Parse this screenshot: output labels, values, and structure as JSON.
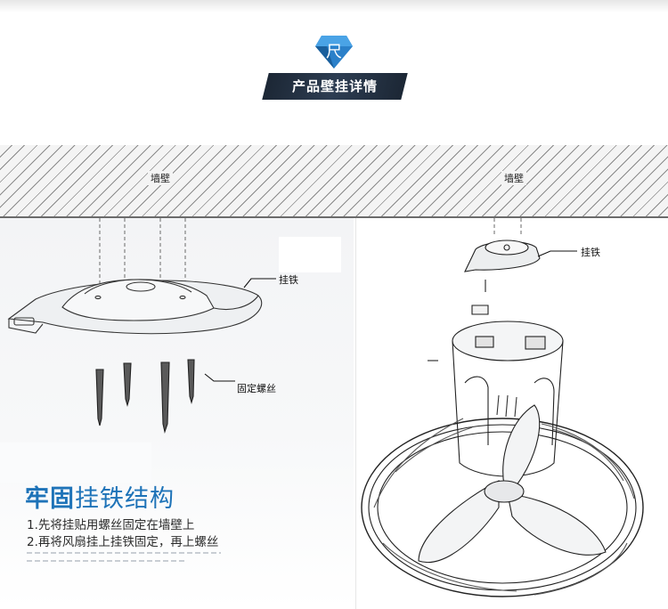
{
  "header": {
    "logo_glyph": "尺",
    "banner_text": "产品壁挂详情"
  },
  "wall": {
    "label_left": "墙壁",
    "label_right": "墙壁"
  },
  "left_diagram": {
    "bracket_label": "挂铁",
    "screws_label": "固定螺丝"
  },
  "right_diagram": {
    "bracket_label": "挂铁"
  },
  "info": {
    "title_strong": "牢固",
    "title_rest": "挂铁结构",
    "steps": [
      "1.先将挂贴用螺丝固定在墙壁上",
      "2.再将风扇挂上挂铁固定，再上螺丝"
    ]
  },
  "colors": {
    "accent_blue": "#1e73b8",
    "banner_dark": "#1c2735",
    "logo_blue": "#1f6fb5"
  }
}
